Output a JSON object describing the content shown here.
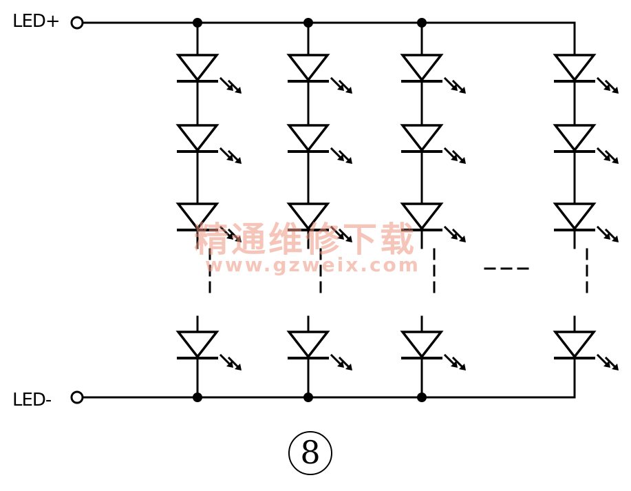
{
  "terminals": {
    "positive_label": "LED+",
    "negative_label": "LED-"
  },
  "figure_number": "8",
  "watermark": {
    "chinese": "精通维修下载",
    "url": "www.gzweix.com"
  },
  "circuit": {
    "columns": 4,
    "leds_per_column_drawn": 4,
    "middle_gap_dashed": true,
    "between_columns_dashed": true,
    "line_color": "#000000",
    "watermark_color": "#ec9682"
  }
}
